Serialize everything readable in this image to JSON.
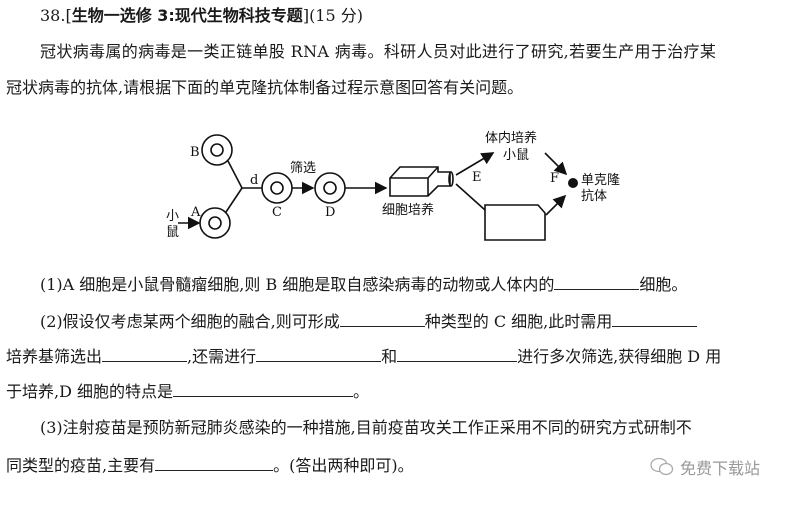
{
  "header": {
    "number": "38.",
    "bracket_open": "[",
    "topic": "生物一选修 3:现代生物科技专题",
    "bracket_close": "]",
    "score": "(15 分)"
  },
  "intro": {
    "line1": "冠状病毒属的病毒是一类正链单股 RNA 病毒。科研人员对此进行了研究,若要生产用于治疗某",
    "line2": "冠状病毒的抗体,请根据下面的单克隆抗体制备过程示意图回答有关问题。"
  },
  "diagram": {
    "label_b": "B",
    "label_a": "A",
    "label_mouse": [
      "小",
      "鼠"
    ],
    "label_d_small": "d",
    "label_screen": "筛选",
    "label_c": "C",
    "label_d": "D",
    "label_culture": "细胞培养",
    "label_in_vivo": "体内培养",
    "label_mouse2": "小鼠",
    "label_e": "E",
    "label_f": "F",
    "label_mab": [
      "单克隆",
      "抗体"
    ]
  },
  "q1": {
    "before": "(1)A 细胞是小鼠骨髓瘤细胞,则 B 细胞是取自感染病毒的动物或人体内的",
    "after": "细胞。"
  },
  "q2": {
    "p1": "(2)假设仅考虑某两个细胞的融合,则可形成",
    "p2": "种类型的 C 细胞,此时需用",
    "p3": "培养基筛选出",
    "p4": ",还需进行",
    "p5": "和",
    "p6": "进行多次筛选,获得细胞 D 用",
    "p7": "于培养,D 细胞的特点是",
    "p8": "。"
  },
  "q3": {
    "line1": "(3)注射疫苗是预防新冠肺炎感染的一种措施,目前疫苗攻关工作正采用不同的研究方式研制不",
    "p1": "同类型的疫苗,主要有",
    "p2": "。(答出两种即可)。"
  },
  "watermark": {
    "text": "免费下载站",
    "icon": "wechat-icon"
  }
}
